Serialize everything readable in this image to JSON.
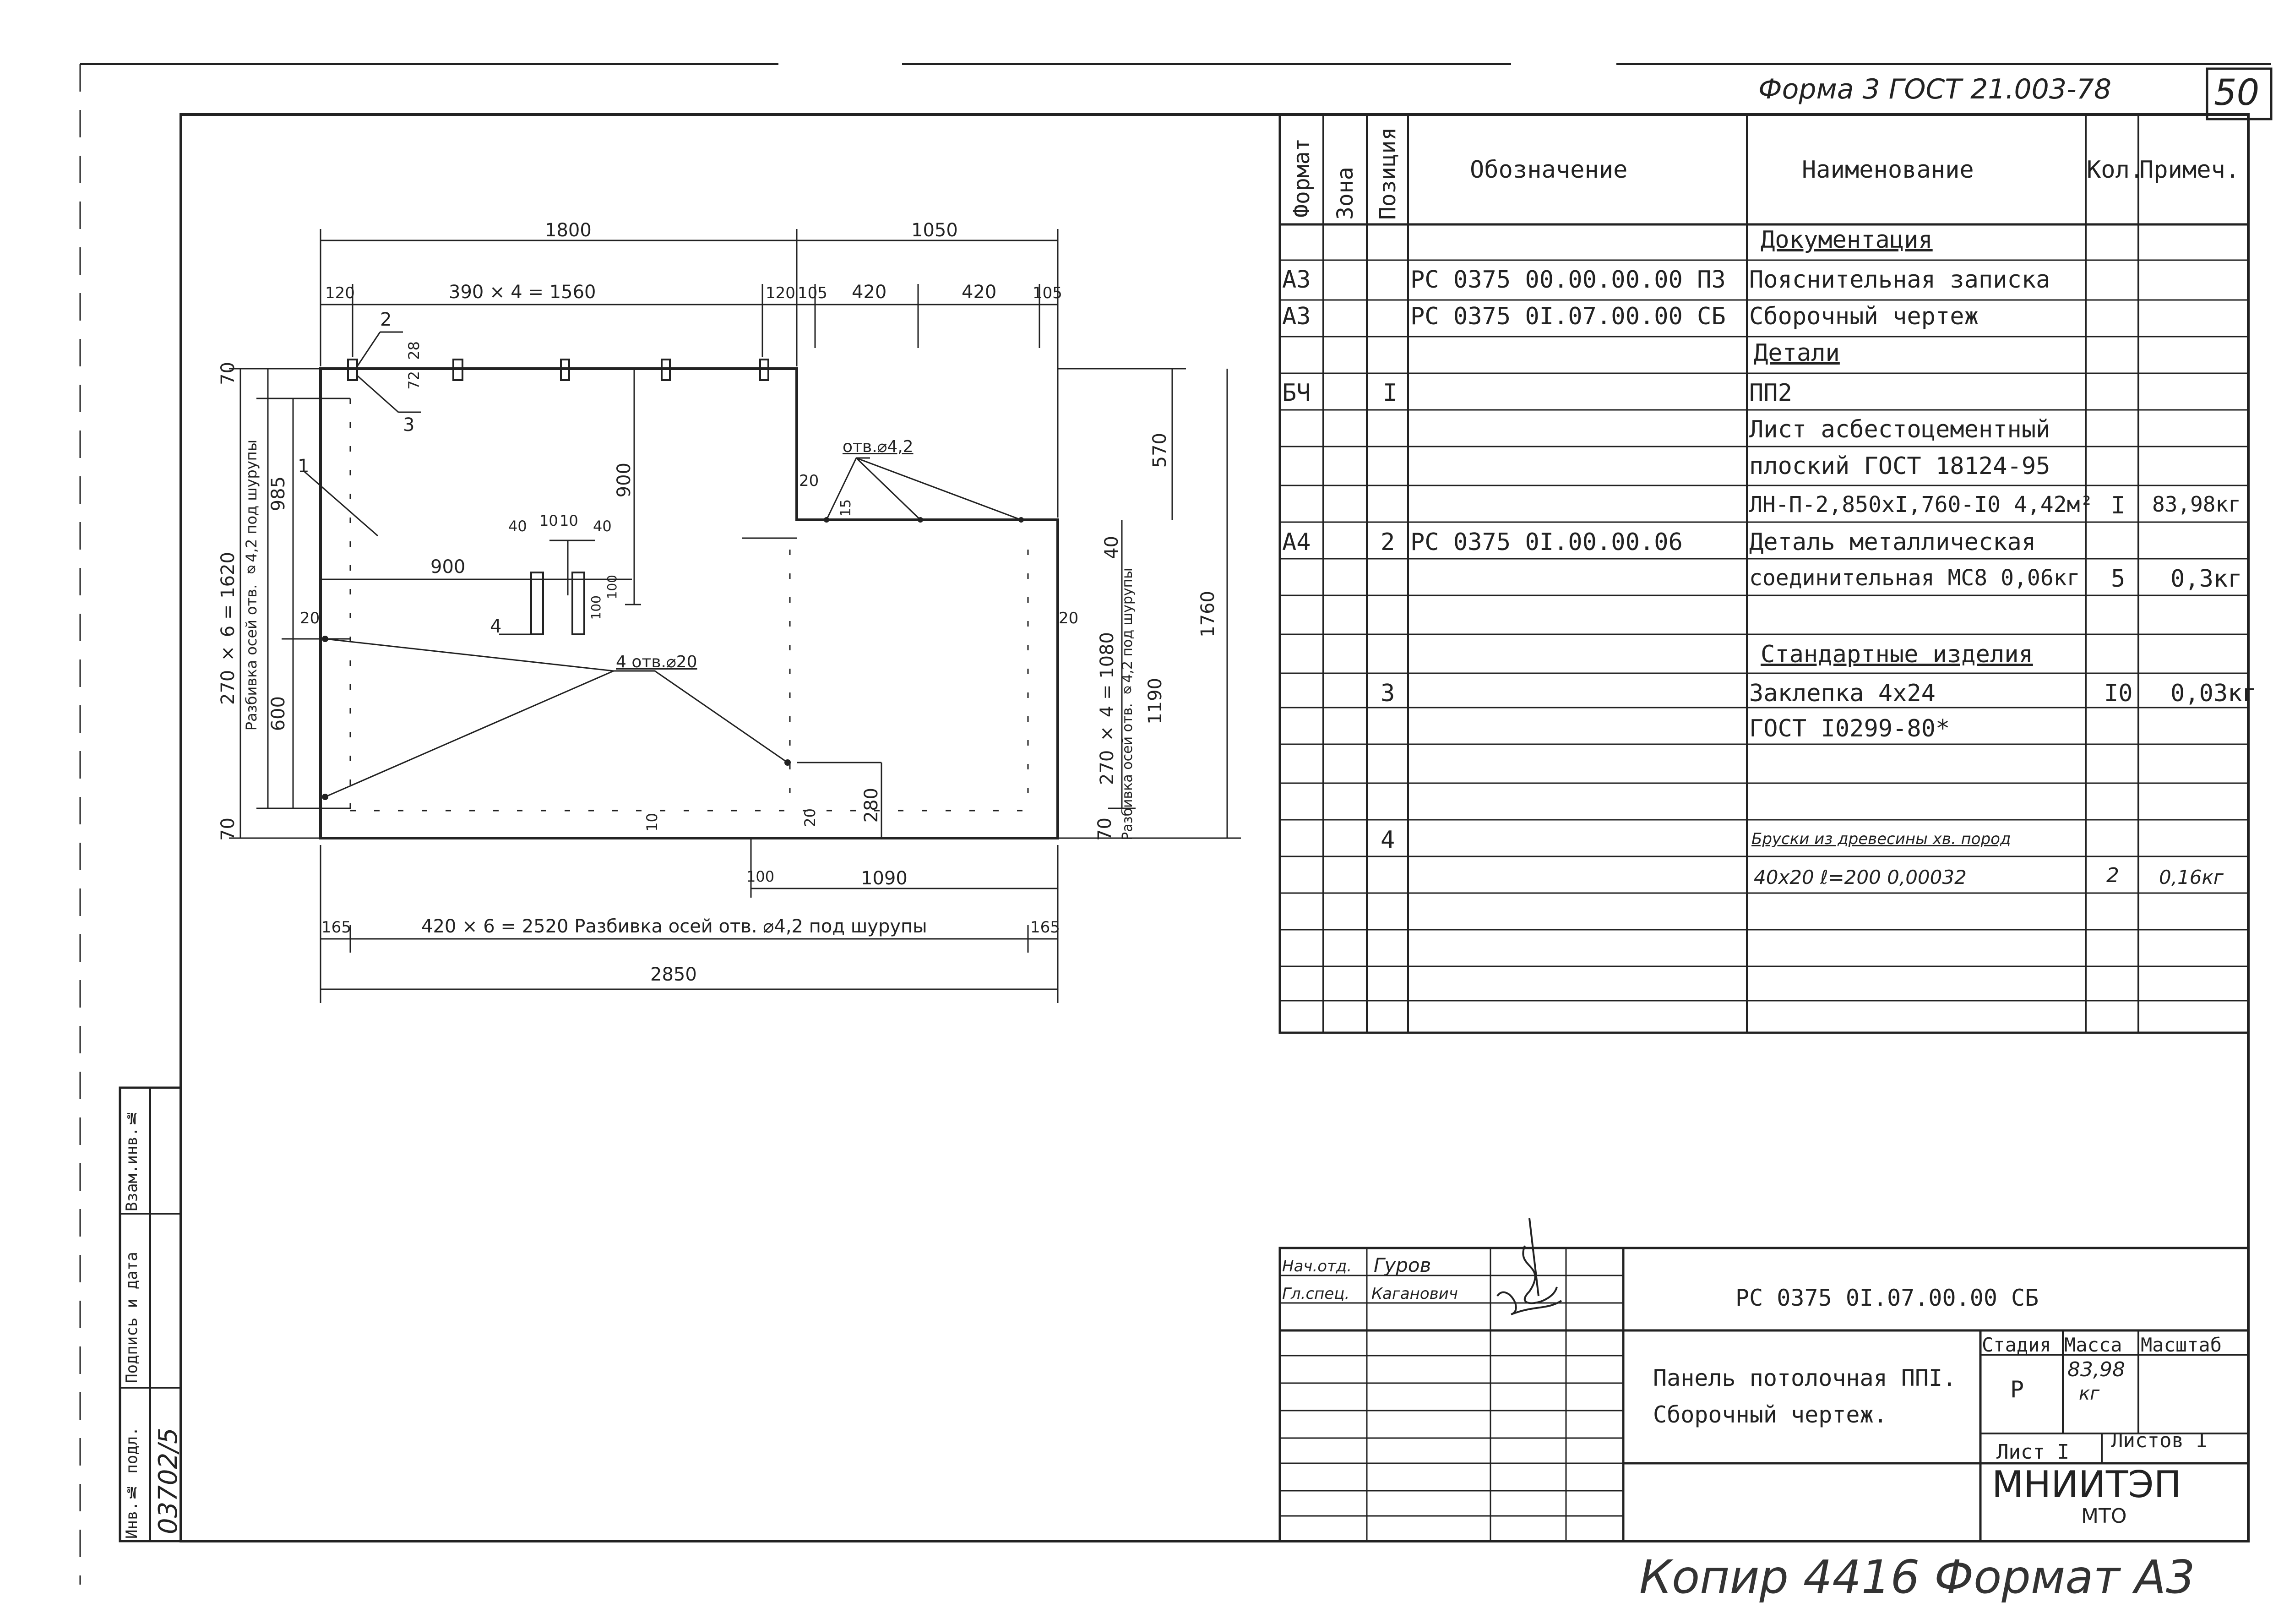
{
  "corner": {
    "form_label": "Форма 3 ГОСТ 21.003-78",
    "sheet_number": "50"
  },
  "spec_table": {
    "headers": {
      "format": "Формат",
      "zone": "Зона",
      "position": "Позиция",
      "designation": "Обозначение",
      "name": "Наименование",
      "qty": "Кол.",
      "note": "Примеч."
    },
    "rows": [
      {
        "format": "",
        "pos": "",
        "designation": "",
        "name": "Документация",
        "qty": "",
        "note": ""
      },
      {
        "format": "А3",
        "pos": "",
        "designation": "РС 0375 00.00.00.00 ПЗ",
        "name": "Пояснительная записка",
        "qty": "",
        "note": ""
      },
      {
        "format": "А3",
        "pos": "",
        "designation": "РС 0375 0I.07.00.00 СБ",
        "name": "Сборочный чертеж",
        "qty": "",
        "note": ""
      },
      {
        "format": "",
        "pos": "",
        "designation": "",
        "name": "Детали",
        "qty": "",
        "note": ""
      },
      {
        "format": "БЧ",
        "pos": "I",
        "designation": "",
        "name": "ПП2",
        "qty": "",
        "note": ""
      },
      {
        "format": "",
        "pos": "",
        "designation": "",
        "name": "Лист асбестоцементный",
        "qty": "",
        "note": ""
      },
      {
        "format": "",
        "pos": "",
        "designation": "",
        "name": "плоский ГОСТ 18124-95",
        "qty": "",
        "note": ""
      },
      {
        "format": "",
        "pos": "",
        "designation": "",
        "name": "ЛН-П-2,850хI,760-I0 4,42м²",
        "qty": "I",
        "note": "83,98кг"
      },
      {
        "format": "А4",
        "pos": "2",
        "designation": "РС 0375 0I.00.00.06",
        "name": "Деталь металлическая",
        "qty": "",
        "note": ""
      },
      {
        "format": "",
        "pos": "",
        "designation": "",
        "name": "соединительная МС8 0,06кг",
        "qty": "5",
        "note": "0,3кг"
      },
      {
        "format": "",
        "pos": "",
        "designation": "",
        "name": "",
        "qty": "",
        "note": ""
      },
      {
        "format": "",
        "pos": "",
        "designation": "",
        "name": "Стандартные изделия",
        "qty": "",
        "note": ""
      },
      {
        "format": "",
        "pos": "3",
        "designation": "",
        "name": "Заклепка 4х24",
        "qty": "I0",
        "note": "0,03кг"
      },
      {
        "format": "",
        "pos": "",
        "designation": "",
        "name": "ГОСТ I0299-80*",
        "qty": "",
        "note": ""
      },
      {
        "format": "",
        "pos": "",
        "designation": "",
        "name": "",
        "qty": "",
        "note": ""
      },
      {
        "format": "",
        "pos": "4",
        "designation": "",
        "name": "Бруски из древесины хв. пород",
        "qty": "",
        "note": ""
      },
      {
        "format": "",
        "pos": "",
        "designation": "",
        "name": "40х20 ℓ=200 0,00032",
        "qty": "2",
        "note": "0,16кг"
      }
    ]
  },
  "drawing": {
    "dims": {
      "d1800": "1800",
      "d1050": "1050",
      "d390x4": "390 × 4 = 1560",
      "d120a": "120",
      "d120b": "120",
      "d105a": "105",
      "d420a": "420",
      "d420b": "420",
      "d105b": "105",
      "d70a": "70",
      "d70b": "70",
      "d70c": "70",
      "d28": "28",
      "d72": "72",
      "d900v": "900",
      "d900h": "900",
      "d570": "570",
      "d1760": "1760",
      "d40a": "40",
      "d10a": "10",
      "d10b": "10",
      "d40b": "40",
      "d100a": "100",
      "d100b": "100",
      "d20a": "20",
      "d20b": "20",
      "d20c": "20",
      "d20d": "20",
      "d15": "15",
      "d10c": "10",
      "d280": "280",
      "d100c": "100",
      "d1090": "1090",
      "d165a": "165",
      "d165b": "165",
      "d2850": "2850",
      "d40c": "40",
      "d420x6": "420 × 6 = 2520  Разбивка осей отв. ⌀4,2 под шурупы",
      "d270x6": "270 × 6 = 1620",
      "d270x4": "270 × 4 = 1080",
      "d985": "985",
      "d600": "600",
      "d1190": "1190",
      "left_axis_note": "Разбивка осей отв. ⌀4,2 под шурупы",
      "right_axis_note": "Разбивка осей отв. ⌀4,2 под шурупы"
    },
    "callouts": {
      "c1": "1",
      "c2": "2",
      "c3": "3",
      "c4": "4",
      "hole42": "отв.⌀4,2",
      "hole20": "4 отв.⌀20"
    }
  },
  "title_block": {
    "roles": [
      {
        "role": "Нач.отд.",
        "name": "Гуров"
      },
      {
        "role": "Гл.спец.",
        "name": "Каганович"
      }
    ],
    "doc_code": "РС 0375 0I.07.00.00 СБ",
    "title_line1": "Панель потолочная ППI.",
    "title_line2": "Сборочный чертеж.",
    "stage_label": "Стадия",
    "mass_label": "Масса",
    "scale_label": "Масштаб",
    "stage": "Р",
    "mass": "83,98",
    "mass_unit": "кг",
    "sheet_label": "Лист I",
    "sheets_label": "Листов I",
    "org": "МНИИТЭП",
    "org_sub": "МТО"
  },
  "side_stamp": {
    "inv_orig": "Инв.№ подл.",
    "sign_date": "Подпись и дата",
    "inv_swap": "Взам.инв.№",
    "inv_value": "03702/5"
  },
  "bottom_note": "Копир 4416 Формат А3"
}
